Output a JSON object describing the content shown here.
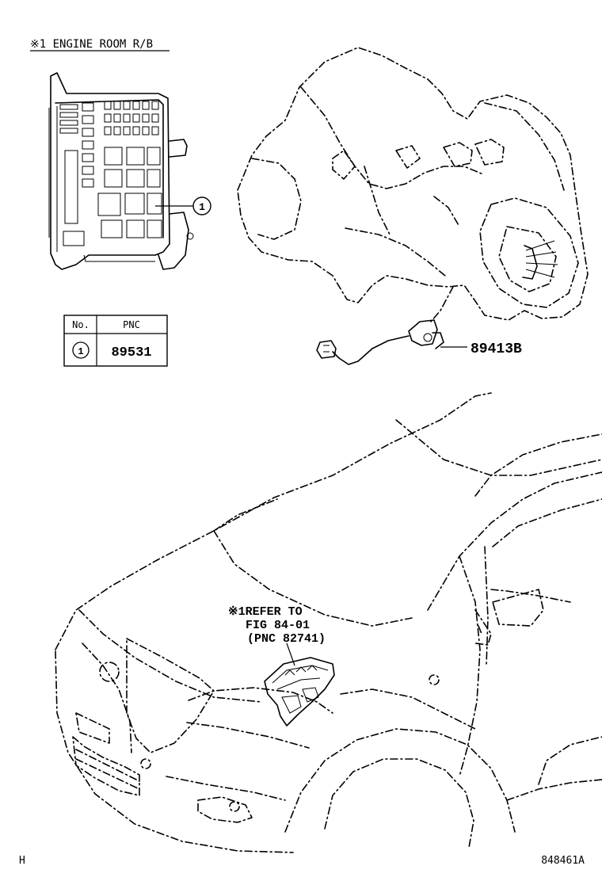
{
  "header": {
    "title": "※1 ENGINE ROOM R/B"
  },
  "callouts": {
    "circle_1": "1",
    "part_sensor": "89413B"
  },
  "table": {
    "headers": [
      "No.",
      "PNC"
    ],
    "rows": [
      {
        "no": "1",
        "pnc": "89531"
      }
    ]
  },
  "refer_note": {
    "line1": "※1REFER TO",
    "line2": "FIG 84-01",
    "line3": "(PNC 82741)"
  },
  "footer": {
    "left": "H",
    "right": "848461A"
  }
}
